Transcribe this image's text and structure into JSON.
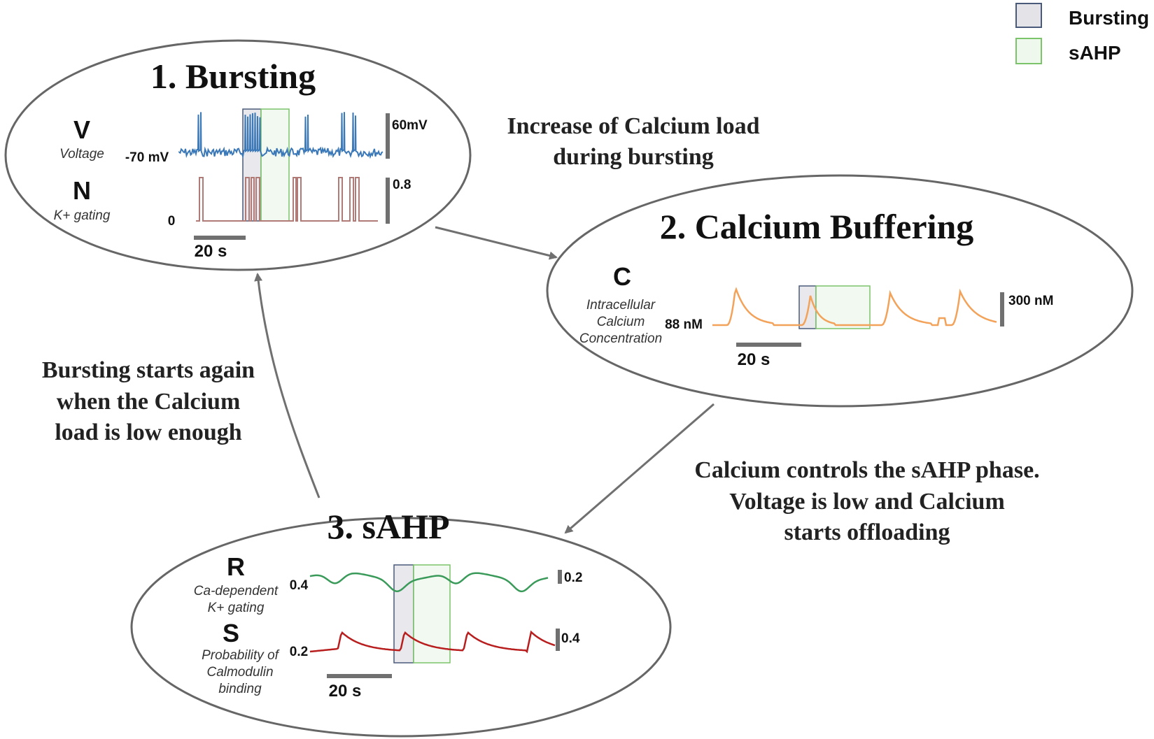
{
  "legend": {
    "items": [
      {
        "label": "Bursting",
        "fill": "#e4e4e8",
        "stroke": "#4a5a7a"
      },
      {
        "label": "sAHP",
        "fill": "#eef8ec",
        "stroke": "#7cc46a"
      }
    ]
  },
  "colors": {
    "voltage": "#3a78b8",
    "k_gating": "#b07a76",
    "calcium": "#f3a25a",
    "ca_k_gating": "#3a9a5a",
    "calmodulin": "#b81e1e",
    "arrow": "#707070",
    "scale_bar": "#707070"
  },
  "stage1": {
    "title": "1. Bursting",
    "v_symbol": "V",
    "v_desc": "Voltage",
    "v_baseline": "-70 mV",
    "v_scale": "60mV",
    "n_symbol": "N",
    "n_desc": "K+ gating",
    "n_baseline": "0",
    "n_scale": "0.8",
    "time_scale": "20 s"
  },
  "stage2": {
    "title": "2. Calcium Buffering",
    "c_symbol": "C",
    "c_desc_1": "Intracellular",
    "c_desc_2": "Calcium",
    "c_desc_3": "Concentration",
    "c_baseline": "88 nM",
    "c_scale": "300 nM",
    "time_scale": "20 s"
  },
  "stage3": {
    "title": "3. sAHP",
    "r_symbol": "R",
    "r_desc_1": "Ca-dependent",
    "r_desc_2": "K+ gating",
    "r_baseline": "0.4",
    "r_scale": "0.2",
    "s_symbol": "S",
    "s_desc_1": "Probability of",
    "s_desc_2": "Calmodulin",
    "s_desc_3": "binding",
    "s_baseline": "0.2",
    "s_scale": "0.4",
    "time_scale": "20 s"
  },
  "transitions": {
    "t12_line1": "Increase of  Calcium load",
    "t12_line2": "during bursting",
    "t23_line1": "Calcium controls the sAHP phase.",
    "t23_line2": "Voltage is low and Calcium",
    "t23_line3": "starts offloading",
    "t31_line1": "Bursting starts again",
    "t31_line2": "when the Calcium",
    "t31_line3": "load is low enough"
  }
}
